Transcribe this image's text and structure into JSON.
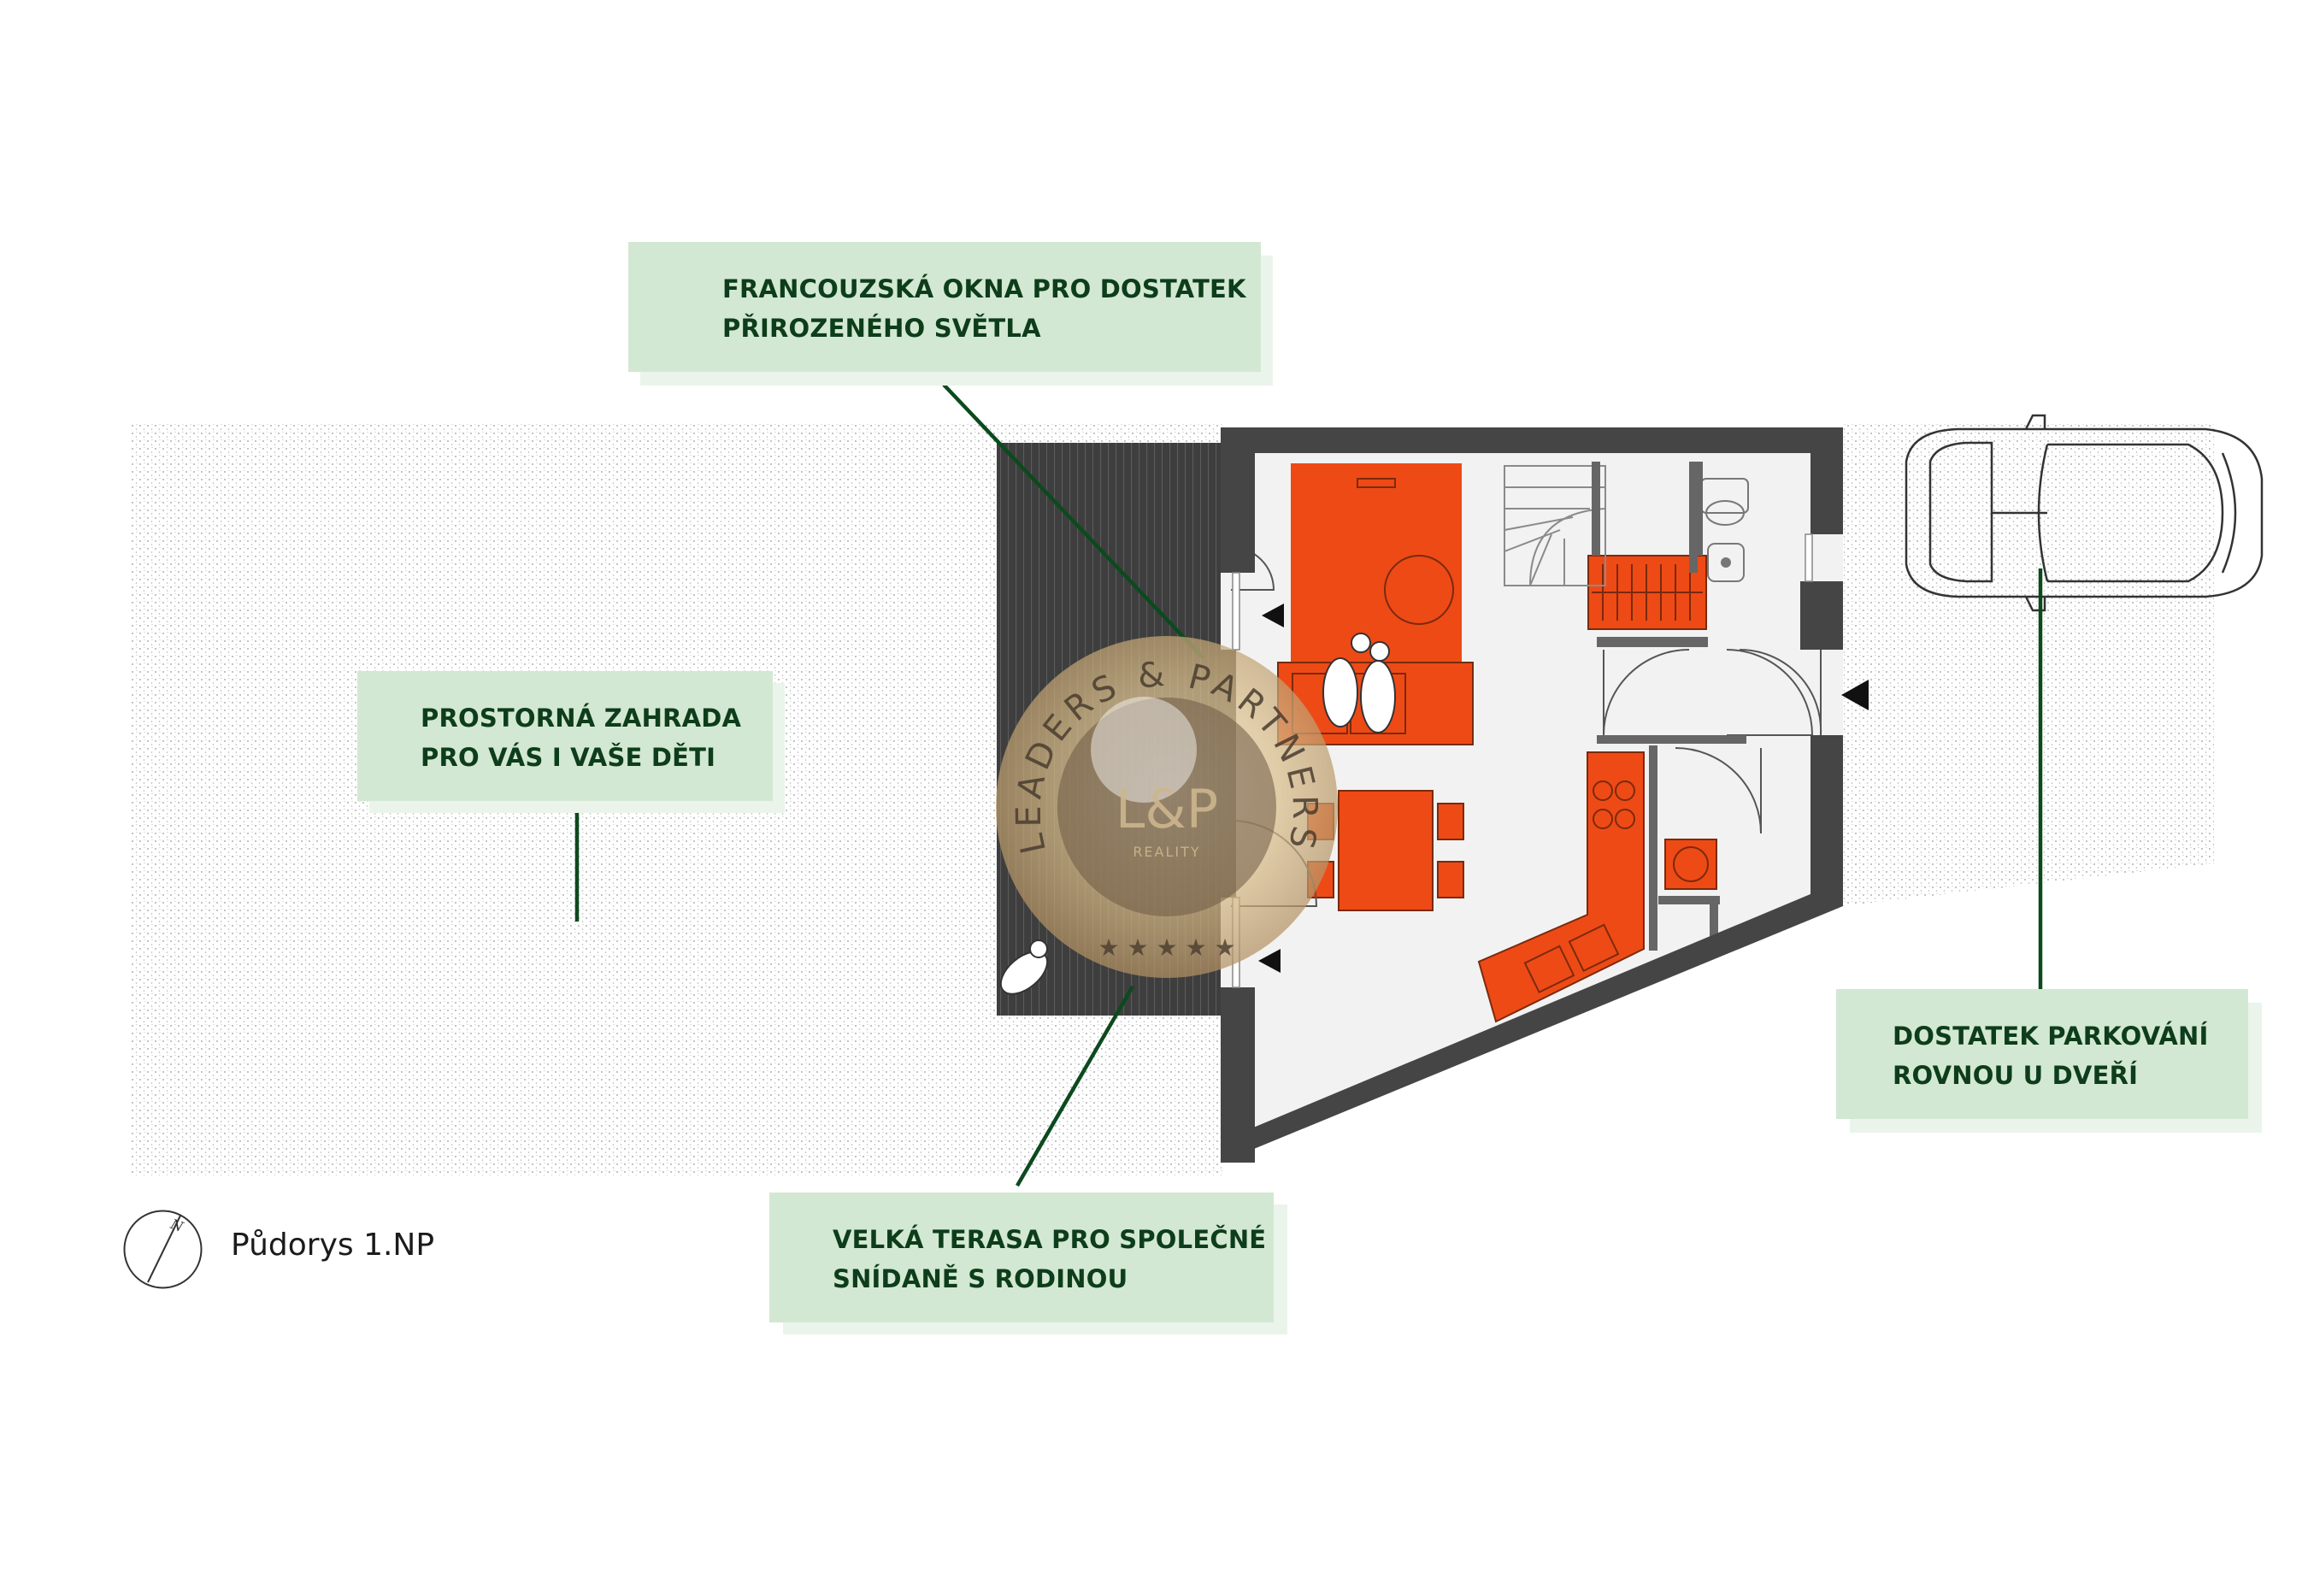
{
  "callouts": {
    "windows": {
      "line1": "FRANCOUZSKÁ OKNA PRO DOSTATEK",
      "line2": "PŘIROZENÉHO SVĚTLA"
    },
    "garden": {
      "line1": "PROSTORNÁ ZAHRADA",
      "line2": "PRO VÁS I VAŠE DĚTI"
    },
    "terrace": {
      "line1": "VELKÁ TERASA PRO SPOLEČNÉ",
      "line2": "SNÍDANĚ S RODINOU"
    },
    "parking": {
      "line1": "DOSTATEK PARKOVÁNÍ",
      "line2": "ROVNOU U DVEŘÍ"
    }
  },
  "caption": "Půdorys 1.NP",
  "compass": {
    "label": "N",
    "icon": "north-arrow-icon"
  },
  "watermark": {
    "ring_text": "LEADERS & PARTNERS",
    "logo": "L&P",
    "sub": "REALITY",
    "stars": "★ ★ ★ ★ ★"
  },
  "colors": {
    "furniture": "#ee4a16",
    "walls": "#454545",
    "terrace": "#3c3c3c",
    "callout_bg": "#d3e8d2",
    "callout_text": "#0d3d1a",
    "leader_line": "#0c4a1e"
  }
}
